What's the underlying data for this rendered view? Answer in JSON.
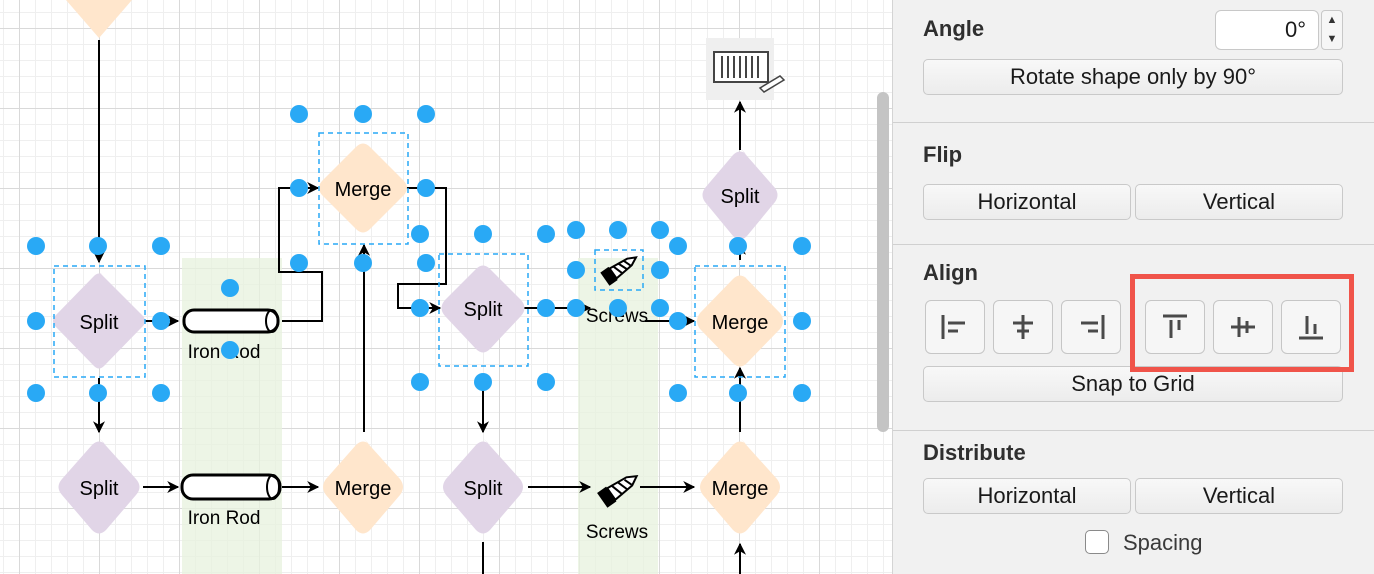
{
  "diagram": {
    "labels": {
      "split1": "Split",
      "iron_rod1": "Iron Rod",
      "merge_top": "Merge",
      "split2": "Split",
      "screws1": "Screws",
      "merge1": "Merge",
      "split_right": "Split",
      "split3": "Split",
      "iron_rod2": "Iron Rod",
      "merge2": "Merge",
      "split4": "Split",
      "screws2": "Screws",
      "merge3": "Merge"
    }
  },
  "panel": {
    "angle_label": "Angle",
    "angle_value": "0°",
    "rotate_label": "Rotate shape only by 90°",
    "flip_label": "Flip",
    "flip_horizontal": "Horizontal",
    "flip_vertical": "Vertical",
    "align_label": "Align",
    "snap_label": "Snap to Grid",
    "distribute_label": "Distribute",
    "dist_horizontal": "Horizontal",
    "dist_vertical": "Vertical",
    "spacing_label": "Spacing"
  },
  "colors": {
    "selection": "#29a9f5",
    "split_fill": "#e1d5e7",
    "merge_fill": "#ffe6cc",
    "lane_fill": "#e7f2dd",
    "highlight": "#f0544a"
  },
  "icons": {
    "align_buttons": [
      "align-left-icon",
      "align-center-icon",
      "align-right-icon",
      "align-top-icon",
      "align-middle-icon",
      "align-bottom-icon"
    ],
    "stepper": [
      "chevron-up-icon",
      "chevron-down-icon"
    ],
    "diagram": [
      "screw-icon",
      "conveyor-icon"
    ]
  }
}
